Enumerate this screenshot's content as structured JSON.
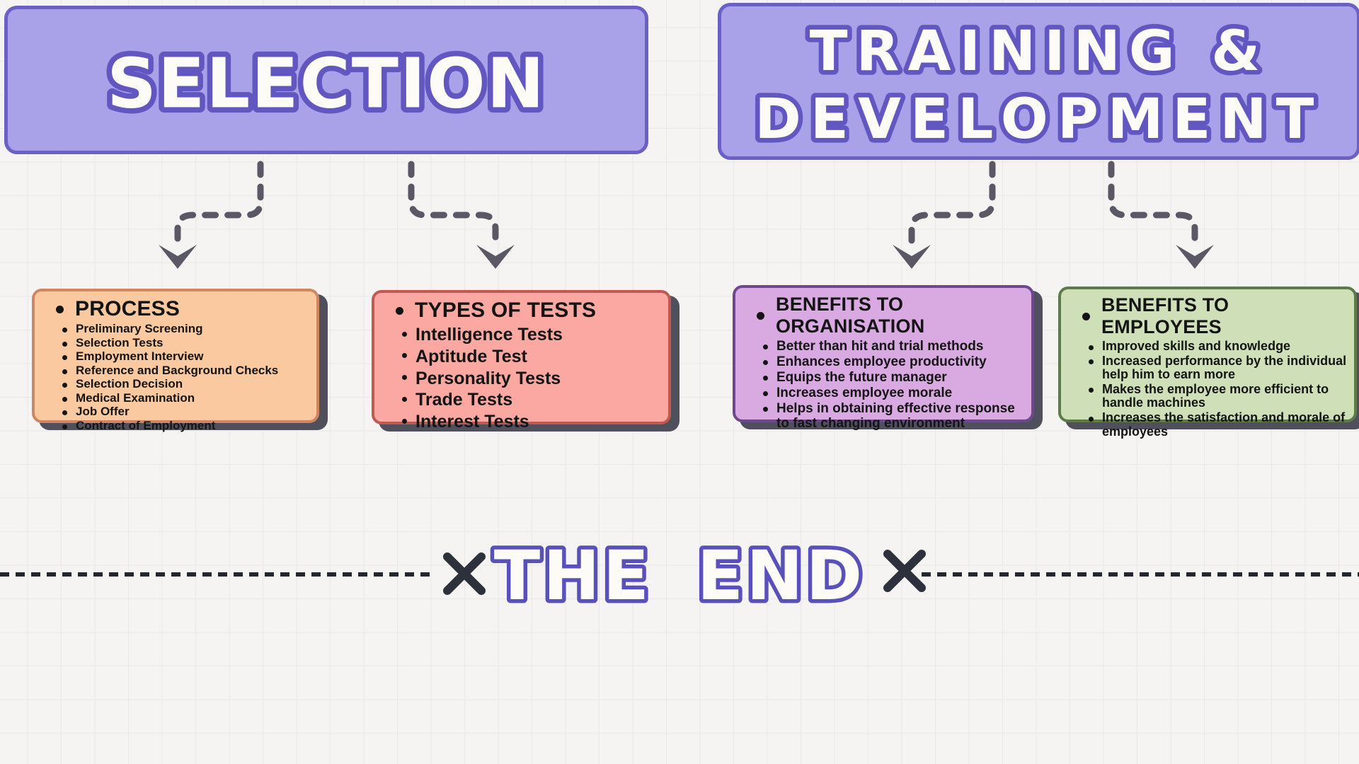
{
  "banners": {
    "selection": {
      "title": "SELECTION"
    },
    "training": {
      "title_line1": "TRAINING &",
      "title_line2": "DEVELOPMENT"
    }
  },
  "boxes": [
    {
      "title": "PROCESS",
      "items": [
        "Preliminary Screening",
        "Selection Tests",
        "Employment Interview",
        "Reference and Background Checks",
        "Selection Decision",
        "Medical Examination",
        "Job Offer",
        "Contract of Employment"
      ]
    },
    {
      "title": "TYPES OF TESTS",
      "items": [
        "Intelligence Tests",
        "Aptitude Test",
        "Personality Tests",
        "Trade Tests",
        "Interest Tests"
      ]
    },
    {
      "title": "BENEFITS TO ORGANISATION",
      "items": [
        "Better than hit and trial methods",
        "Enhances employee productivity",
        "Equips the future manager",
        "Increases employee morale",
        "Helps in obtaining effective response to fast changing environment"
      ]
    },
    {
      "title": "BENEFITS TO EMPLOYEES",
      "items": [
        "Improved skills and knowledge",
        "Increased performance by the individual help him to earn more",
        "Makes the employee more efficient to handle machines",
        "Increases the satisfaction and morale of employees"
      ]
    }
  ],
  "footer": {
    "text": "THE END"
  },
  "icons": {
    "arrows": "hand-drawn-dashed-down-arrow",
    "x_marks": "x-cross-mark"
  },
  "colors": {
    "background": "#f5f4f2",
    "grid_line": "#e9e8e4",
    "banner_fill": "#a9a2e9",
    "banner_border": "#6b60c5",
    "heading_outline": "#6257c0",
    "heading_fill": "#fcfbf6",
    "process_fill": "#fac9a0",
    "process_border": "#d0875f",
    "tests_fill": "#faa8a1",
    "tests_border": "#c05a50",
    "organisation_fill": "#d9a9e1",
    "organisation_border": "#6f4791",
    "employees_fill": "#cfe0b8",
    "employees_border": "#5d7a4b",
    "arrow": "#595864",
    "x_mark": "#2c313b",
    "box_shadow": "#50505c",
    "end_outline": "#5a50bc"
  }
}
